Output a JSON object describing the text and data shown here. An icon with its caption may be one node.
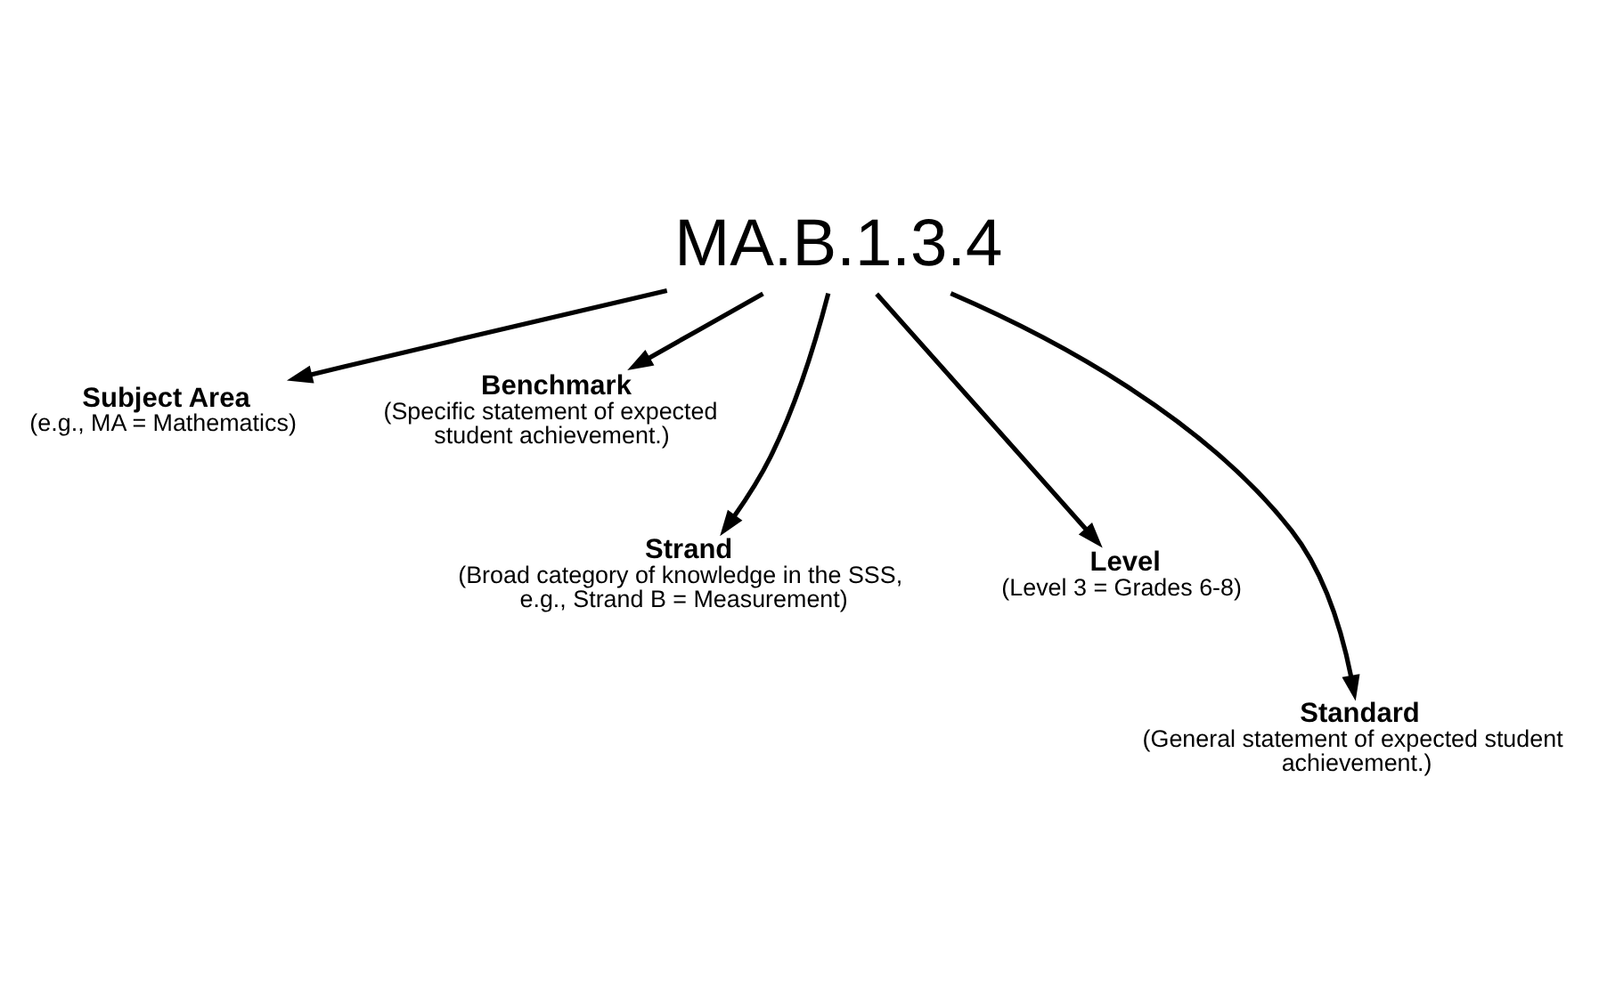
{
  "diagram": {
    "nodes": [
      {
        "text": [
          "MA.B.1.3.4"
        ]
      },
      {
        "text": [
          "Subject Area",
          "(e.g., MA = Mathematics)"
        ]
      },
      {
        "text": [
          "Benchmark",
          "(Specific statement of expected student achievement.)"
        ]
      },
      {
        "text": [
          "Strand",
          "(Broad category of knowledge in the SSS, e.g., Strand B = Measurement)"
        ]
      },
      {
        "text": [
          "Level",
          "(Level 3 = Grades 6-8)"
        ]
      },
      {
        "text": [
          "Standard",
          "(General statement of expected student achievement.)"
        ]
      }
    ],
    "edges": [
      {
        "from": 0,
        "to": 1,
        "arrow": "to"
      },
      {
        "from": 0,
        "to": 3,
        "arrow": "to"
      },
      {
        "from": 0,
        "to": 5,
        "arrow": "to"
      },
      {
        "from": 0,
        "to": 4,
        "arrow": "to"
      },
      {
        "from": 0,
        "to": 2,
        "arrow": "to"
      }
    ]
  }
}
